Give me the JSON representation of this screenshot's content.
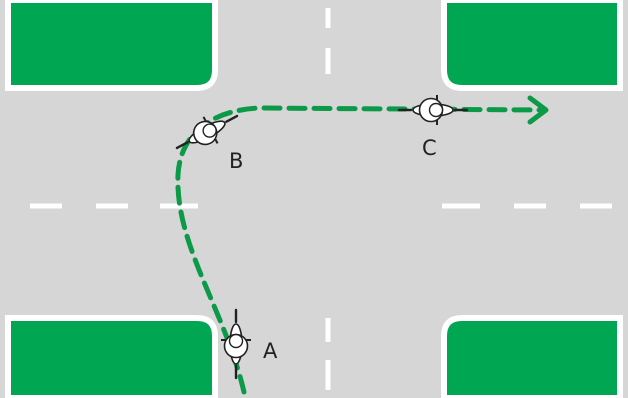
{
  "diagram": {
    "colors": {
      "grass": "#00a651",
      "road": "#d6d6d6",
      "curb": "#ffffff",
      "lane_marking": "#ffffff",
      "path": "#0c9a48",
      "cyclist_outline": "#222222"
    },
    "positions": [
      {
        "id": "A",
        "label": "A",
        "icon": "cyclist-icon"
      },
      {
        "id": "B",
        "label": "B",
        "icon": "cyclist-icon"
      },
      {
        "id": "C",
        "label": "C",
        "icon": "cyclist-icon"
      }
    ],
    "path": {
      "style": "dashed",
      "icon": "arrow-right-icon"
    }
  }
}
